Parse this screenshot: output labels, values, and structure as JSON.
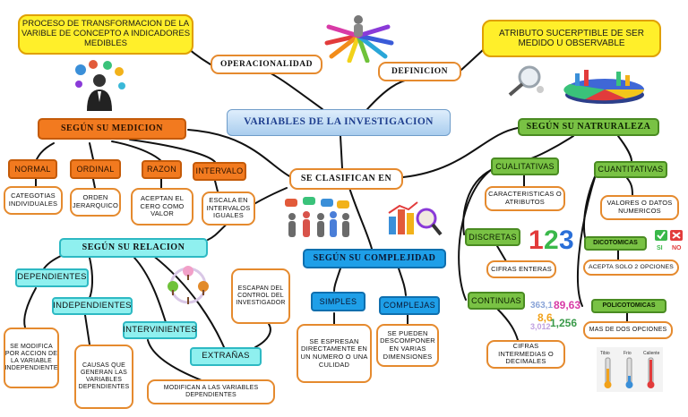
{
  "title": "VARIABLES DE LA INVESTIGACION",
  "hub": "SE CLASIFICAN EN",
  "operacionalidad": {
    "label": "OPERACIONALIDAD",
    "note": "PROCESO DE TRANSFORMACION DE LA VARIBLE DE CONCEPTO A INDICADORES MEDIBLES"
  },
  "definicion": {
    "label": "DEFINICION",
    "note": "ATRIBUTO SUCERPTIBLE DE SER MEDIDO U OBSERVABLE"
  },
  "medicion": {
    "label": "SEGÚN SU MEDICION",
    "items": [
      {
        "label": "NORMAL",
        "desc": "CATEGOTIAS INDIVIDUALES"
      },
      {
        "label": "ORDINAL",
        "desc": "ORDEN JERARQUICO"
      },
      {
        "label": "RAZON",
        "desc": "ACEPTAN EL CERO COMO VALOR"
      },
      {
        "label": "INTERVALO",
        "desc": "ESCALA EN INTERVALOS IGUALES"
      }
    ]
  },
  "naturaleza": {
    "label": "SEGÚN SU NATRURALEZA",
    "cualitativas": "CUALITATIVAS",
    "cualitativas_desc": "CARACTERISTICAS O ATRIBUTOS",
    "cuantitativas": "CUANTITATIVAS",
    "cuantitativas_desc": "VALORES O DATOS NUMERICOS",
    "discretas": "DISCRETAS",
    "discretas_desc": "CIFRAS ENTERAS",
    "continuas": "CONTINUAS",
    "continuas_desc": "CIFRAS INTERMEDIAS O DECIMALES",
    "dicotomicas": "DICOTOMICAS",
    "dicotomicas_desc": "ACEPTA SOLO 2 OPCIONES",
    "policotomicas": "POLICOTOMICAS",
    "policotomicas_desc": "MAS DE DOS OPCIONES",
    "si_no": [
      "SI",
      "NO"
    ],
    "thermo": [
      "Tibio",
      "Frio",
      "Caliente"
    ],
    "big_digits": [
      "1",
      "2",
      "3"
    ],
    "decimals": [
      "363,1",
      "89,63",
      "8,6",
      "1,256",
      "3,012"
    ]
  },
  "relacion": {
    "label": "SEGÚN SU RELACION",
    "dependientes": "DEPENDIENTES",
    "dependientes_desc": "SE MODIFICA POR ACCION DE LA VARIABLE INDEPENDIENTE",
    "independientes": "INDEPENDIENTES",
    "independientes_desc": "CAUSAS QUE GENERAN LAS VARIABLES DEPENDIENTES",
    "intervinientes": "INTERVINIENTES",
    "intervinientes_desc": "MODIFICAN A LAS VARIABLES DEPENDIENTES",
    "extranas": "EXTRAÑAS",
    "extranas_desc": "ESCAPAN DEL CONTROL DEL INVESTIGADOR"
  },
  "complejidad": {
    "label": "SEGÚN SU COMPLEJIDAD",
    "simples": "SIMPLES",
    "simples_desc": "SE ESPRESAN DIRECTAMENTE EN UN NUMERO O UNA CULIDAD",
    "complejas": "COMPLEJAS",
    "complejas_desc": "SE PUEDEN DESCOMPONER EN VARIAS DIMENSIONES"
  }
}
